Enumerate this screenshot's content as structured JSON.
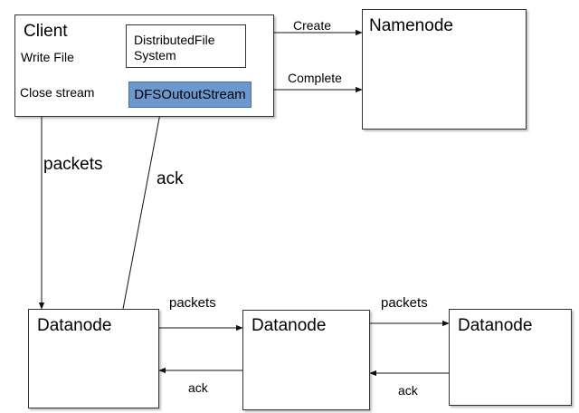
{
  "client": {
    "title": "Client",
    "write_file": "Write File",
    "close_stream": "Close stream",
    "dfs_line1": "DistributedFile",
    "dfs_line2": "System",
    "output_stream": "DFSOutoutStream"
  },
  "namenode": {
    "title": "Namenode"
  },
  "edges": {
    "create": "Create",
    "complete": "Complete",
    "packets_down": "packets",
    "ack_up": "ack",
    "packets_1": "packets",
    "ack_1": "ack",
    "packets_2": "packets",
    "ack_2": "ack"
  },
  "datanodes": [
    {
      "title": "Datanode"
    },
    {
      "title": "Datanode"
    },
    {
      "title": "Datanode"
    }
  ],
  "colors": {
    "output_stream_fill": "#6b98cf"
  }
}
